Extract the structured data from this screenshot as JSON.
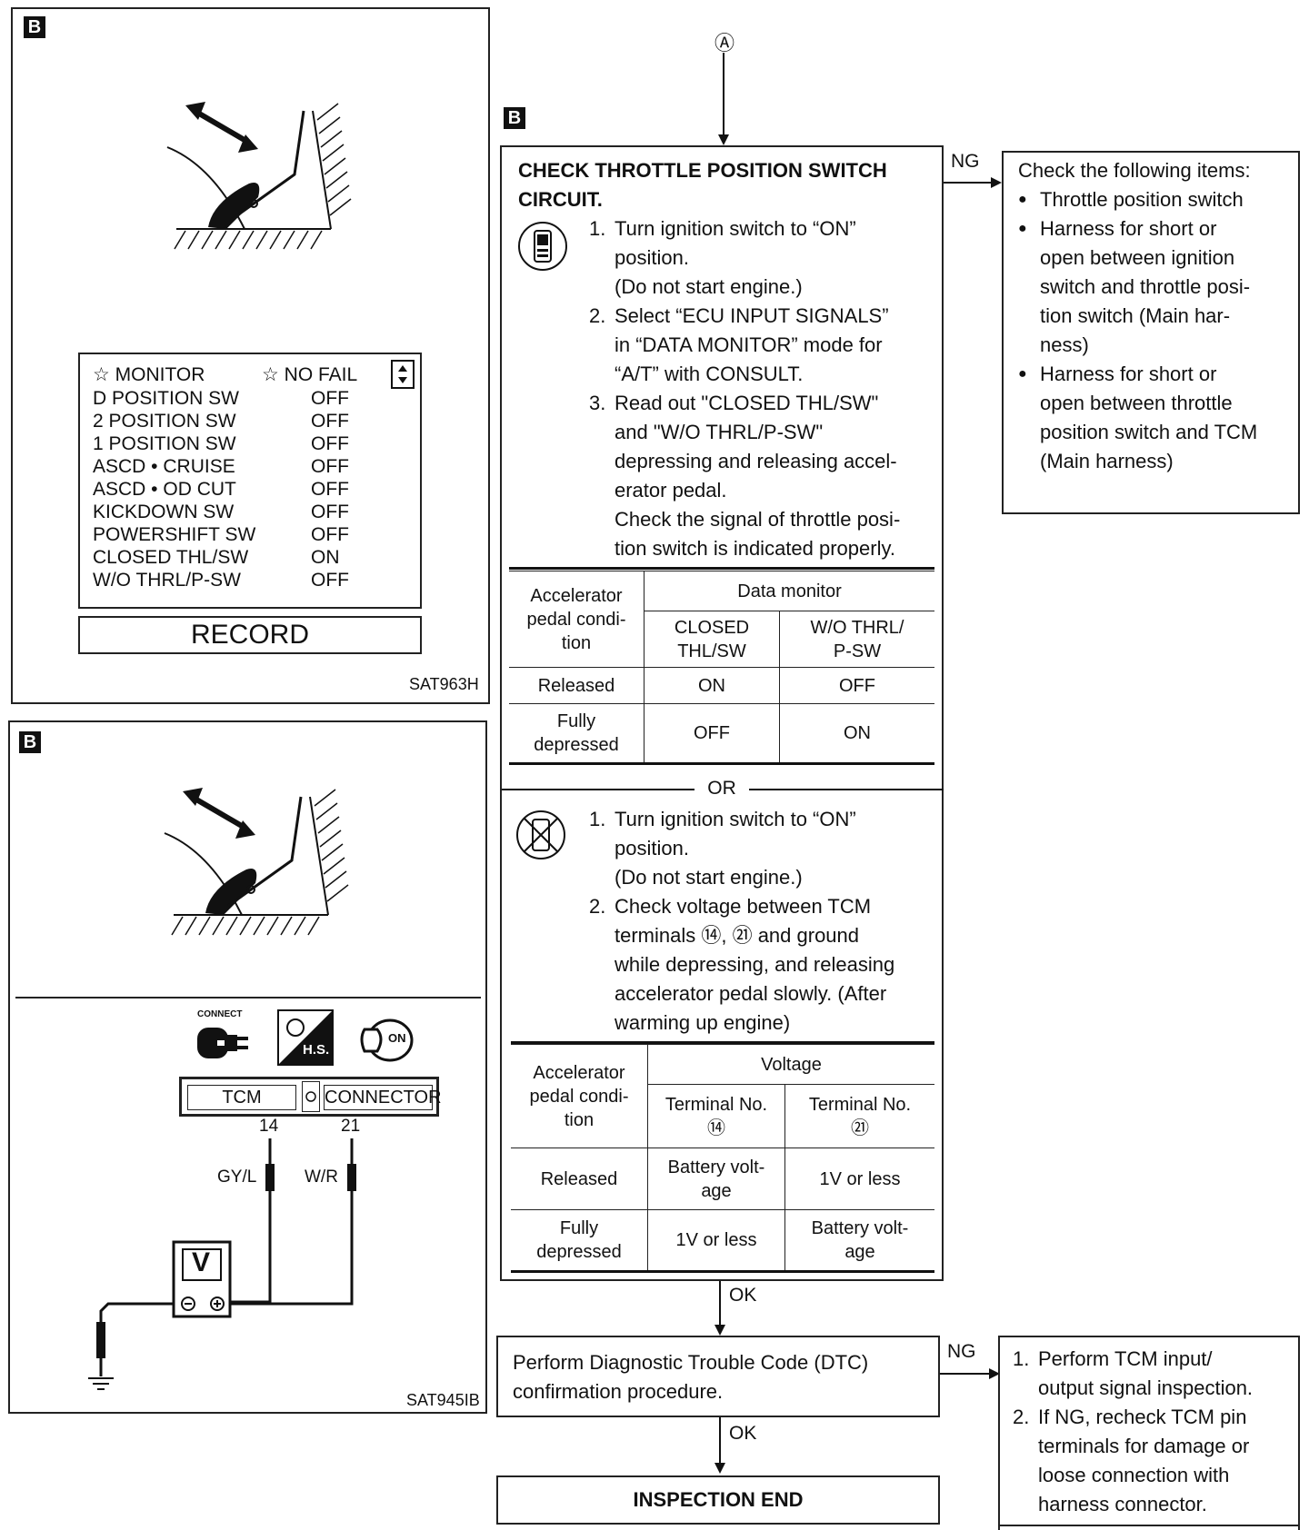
{
  "badge": "B",
  "panel1": {
    "monitor": {
      "header_left": "☆ MONITOR",
      "header_right": "☆ NO FAIL",
      "rows": [
        {
          "name": "D POSITION SW",
          "value": "OFF"
        },
        {
          "name": "2 POSITION SW",
          "value": "OFF"
        },
        {
          "name": "1 POSITION SW",
          "value": "OFF"
        },
        {
          "name": "ASCD • CRUISE",
          "value": "OFF"
        },
        {
          "name": "ASCD • OD CUT",
          "value": "OFF"
        },
        {
          "name": "KICKDOWN SW",
          "value": "OFF"
        },
        {
          "name": "POWERSHIFT SW",
          "value": "OFF"
        },
        {
          "name": "CLOSED THL/SW",
          "value": "ON"
        },
        {
          "name": "W/O THRL/P-SW",
          "value": "OFF"
        }
      ],
      "record": "RECORD"
    },
    "code": "SAT963H"
  },
  "panel2": {
    "connect_label": "CONNECT",
    "hs_label": "H.S.",
    "on_label": "ON",
    "connector_left": "TCM",
    "connector_right": "CONNECTOR",
    "pin1": "14",
    "pin2": "21",
    "wire1": "GY/L",
    "wire2": "W/R",
    "meter": "V",
    "code": "SAT945IB"
  },
  "flow": {
    "marker": "Ⓐ",
    "title_line1": "CHECK THROTTLE POSITION SWITCH",
    "title_line2": "CIRCUIT.",
    "steps_a": [
      {
        "n": "1.",
        "lines": [
          "Turn ignition switch to “ON”",
          "position.",
          "(Do not start engine.)"
        ]
      },
      {
        "n": "2.",
        "lines": [
          "Select “ECU INPUT SIGNALS”",
          "in “DATA MONITOR” mode for",
          "“A/T” with CONSULT."
        ]
      },
      {
        "n": "3.",
        "lines": [
          "Read out \"CLOSED THL/SW\"",
          "and \"W/O THRL/P-SW\"",
          "depressing and releasing accel-",
          "erator pedal.",
          "Check the signal of throttle posi-",
          "tion switch is indicated properly."
        ]
      }
    ],
    "table1": {
      "col0": [
        "Accelerator",
        "pedal condi-",
        "tion"
      ],
      "group": "Data monitor",
      "h1": [
        "CLOSED",
        "THL/SW"
      ],
      "h2": [
        "W/O THRL/",
        "P-SW"
      ],
      "rows": [
        {
          "cond": [
            "Released"
          ],
          "a": "ON",
          "b": "OFF"
        },
        {
          "cond": [
            "Fully",
            "depressed"
          ],
          "a": "OFF",
          "b": "ON"
        }
      ]
    },
    "or": "OR",
    "steps_b": [
      {
        "n": "1.",
        "lines": [
          "Turn ignition switch to “ON”",
          "position.",
          "(Do not start engine.)"
        ]
      },
      {
        "n": "2.",
        "lines": [
          "Check voltage between TCM",
          "terminals ⑭, ㉑ and ground",
          "while depressing, and releasing",
          "accelerator pedal slowly. (After",
          "warming up engine)"
        ]
      }
    ],
    "table2": {
      "col0": [
        "Accelerator",
        "pedal condi-",
        "tion"
      ],
      "group": "Voltage",
      "h1": [
        "Terminal No.",
        "⑭"
      ],
      "h2": [
        "Terminal No.",
        "㉑"
      ],
      "rows": [
        {
          "cond": [
            "Released"
          ],
          "a": [
            "Battery volt-",
            "age"
          ],
          "b": [
            "1V or less"
          ]
        },
        {
          "cond": [
            "Fully",
            "depressed"
          ],
          "a": [
            "1V or less"
          ],
          "b": [
            "Battery volt-",
            "age"
          ]
        }
      ]
    },
    "ng1": "NG",
    "ng_box": {
      "title": "Check the following items:",
      "items": [
        [
          "Throttle position switch"
        ],
        [
          "Harness for short or",
          "open between ignition",
          "switch and throttle posi-",
          "tion switch (Main har-",
          "ness)"
        ],
        [
          "Harness for short or",
          "open between throttle",
          "position switch and TCM",
          "(Main harness)"
        ]
      ]
    },
    "ok1": "OK",
    "dtc_lines": [
      "Perform Diagnostic Trouble Code (DTC)",
      "confirmation procedure."
    ],
    "ng2": "NG",
    "ng2_box": [
      {
        "n": "1.",
        "lines": [
          "Perform TCM input/",
          "output signal inspection."
        ]
      },
      {
        "n": "2.",
        "lines": [
          "If NG, recheck TCM pin",
          "terminals for damage or",
          "loose connection with",
          "harness connector."
        ]
      }
    ],
    "ok2": "OK",
    "end": "INSPECTION END"
  }
}
